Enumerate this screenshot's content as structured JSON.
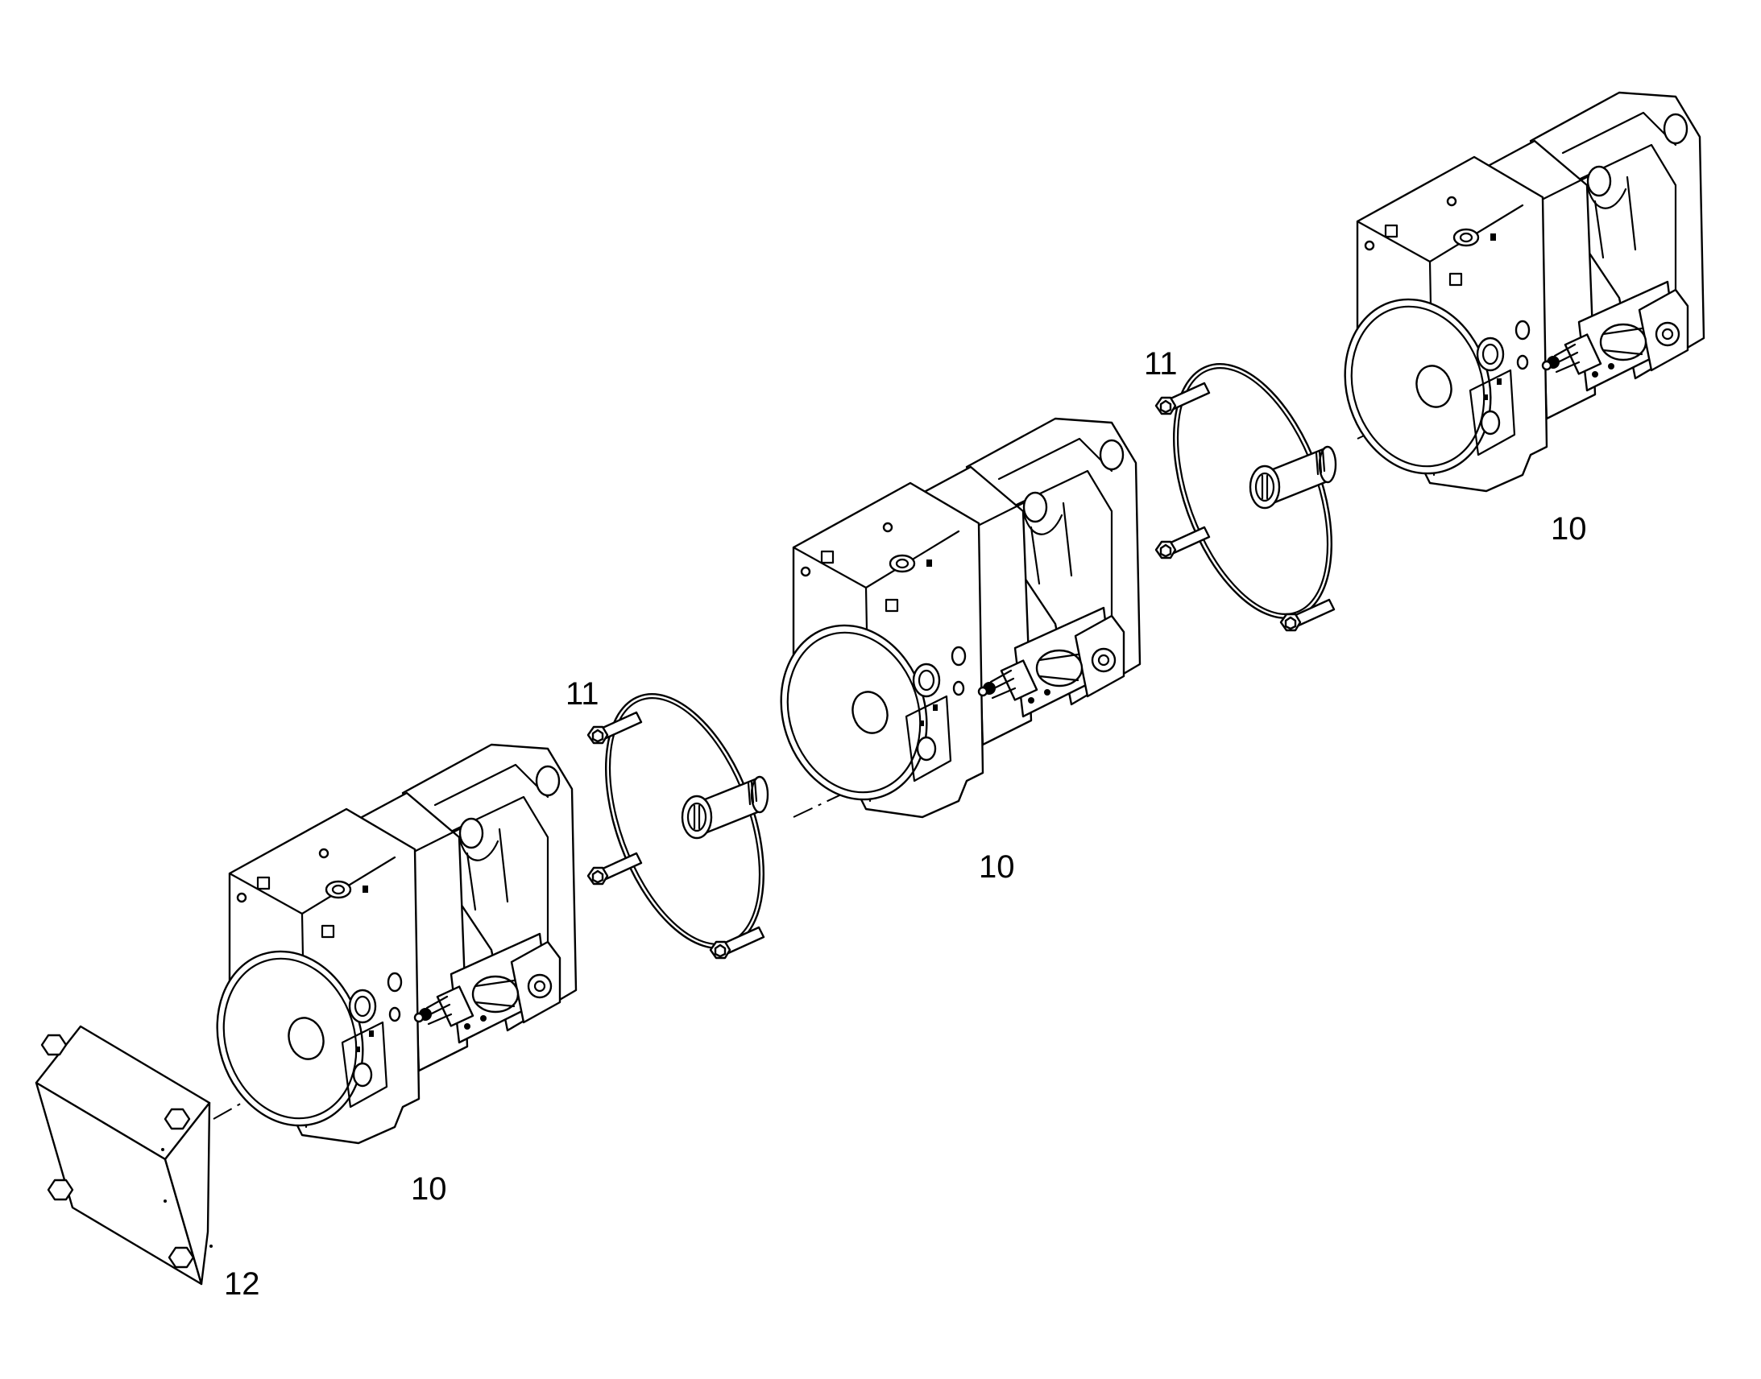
{
  "labels": {
    "pump_left": "10",
    "pump_middle": "10",
    "pump_right": "10",
    "bolts_left": "11",
    "bolts_right": "11",
    "cover_plate": "12"
  }
}
